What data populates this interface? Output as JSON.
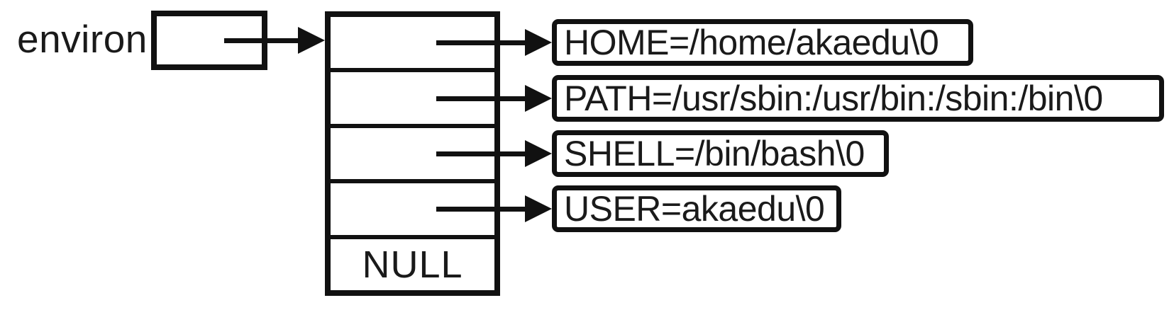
{
  "diagram": {
    "environ_label": "environ",
    "null_label": "NULL",
    "env_strings": [
      "HOME=/home/akaedu\\0",
      "PATH=/usr/sbin:/usr/bin:/sbin:/bin\\0",
      "SHELL=/bin/bash\\0",
      "USER=akaedu\\0"
    ],
    "colors": {
      "line": "#111111",
      "text": "#1a1a1a",
      "background": "#ffffff"
    }
  }
}
